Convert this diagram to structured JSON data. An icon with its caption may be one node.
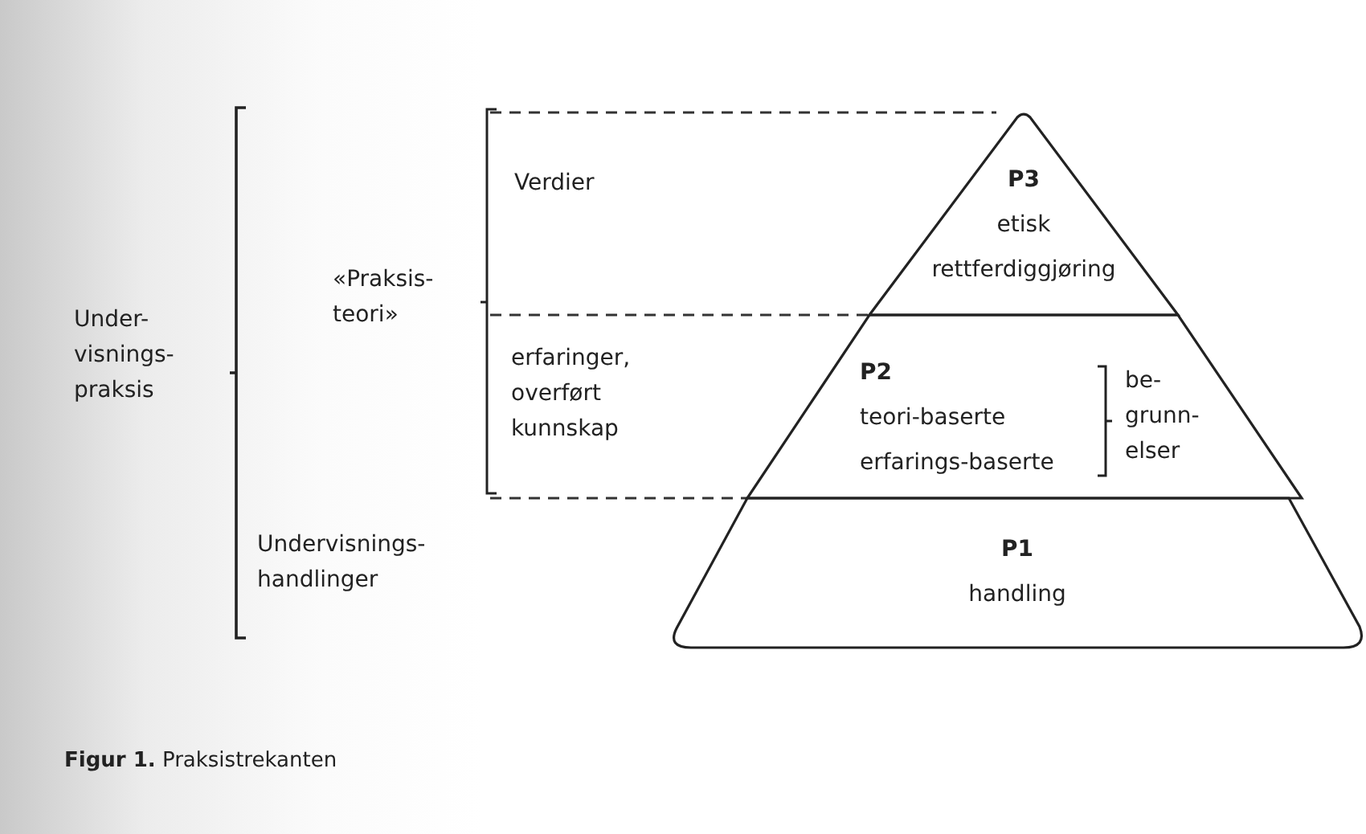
{
  "diagram": {
    "caption": "**Figur 1.** Praksistrekanten",
    "nodes": [
      {
        "text": [
          "P3",
          "etisk",
          "rettferdiggjøring"
        ]
      },
      {
        "text": [
          "P2",
          "teori-baserte",
          "erfarings-baserte"
        ]
      },
      {
        "text": [
          "P1",
          "handling"
        ]
      }
    ],
    "edges": [],
    "labels": [
      "Under- visnings- praksis",
      "«Praksis- teori»",
      "Verdier",
      "erfaringer, overført kunnskap",
      "Undervisnings- handlinger",
      "be- grunn- elser"
    ]
  }
}
